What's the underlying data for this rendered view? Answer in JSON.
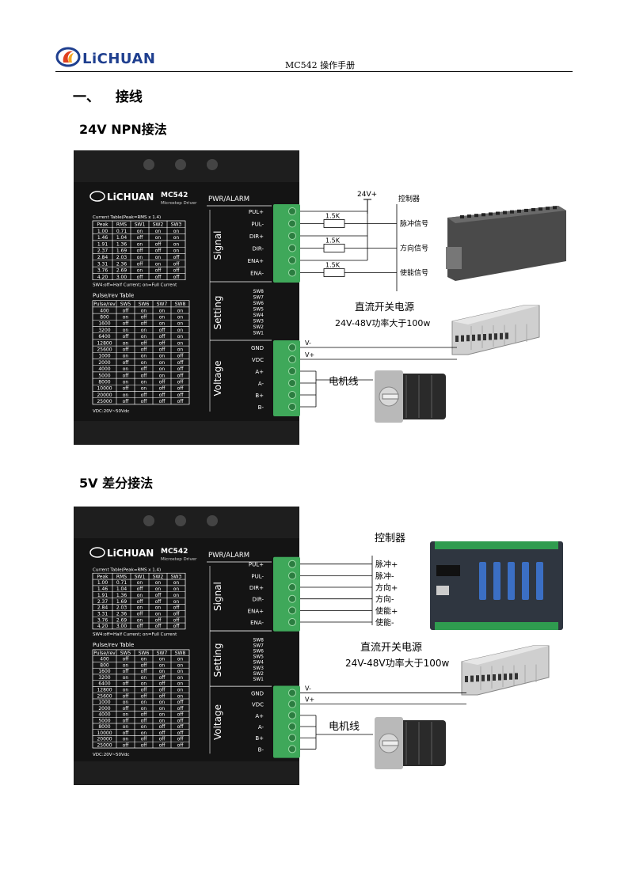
{
  "header": {
    "logo_text": "LiCHUAN",
    "doc_title": "MC542 操作手册"
  },
  "section": {
    "number": "一、",
    "title": "接线"
  },
  "diagram1": {
    "heading": "24V NPN接法",
    "vplus": "24V+",
    "controller_label": "控制器",
    "resistors": [
      "1.5K",
      "1.5K",
      "1.5K"
    ],
    "signals": [
      "脉冲信号",
      "方向信号",
      "使能信号"
    ],
    "psu_title": "直流开关电源",
    "psu_spec": "24V-48V功率大于100w",
    "v_minus": "V-",
    "v_plus": "V+",
    "motor_label": "电机线"
  },
  "diagram2": {
    "heading": "5V 差分接法",
    "controller_label": "控制器",
    "signals": [
      "脉冲+",
      "脉冲-",
      "方向+",
      "方向-",
      "使能+",
      "使能-"
    ],
    "psu_title": "直流开关电源",
    "psu_spec": "24V-48V功率大于100w",
    "v_minus": "V-",
    "v_plus": "V+",
    "motor_label": "电机线"
  },
  "driver": {
    "brand": "LiCHUAN",
    "model": "MC542",
    "subtitle": "Microstep Driver",
    "pwr_alarm": "PWR/ALARM",
    "signal_label": "Signal",
    "setting_label": "Setting",
    "voltage_label": "Voltage",
    "signal_terms": [
      "PUL+",
      "PUL-",
      "DIR+",
      "DIR-",
      "ENA+",
      "ENA-"
    ],
    "setting_terms": [
      "SW8",
      "SW7",
      "SW6",
      "SW5",
      "SW4",
      "SW3",
      "SW2",
      "SW1"
    ],
    "voltage_terms": [
      "GND",
      "VDC",
      "A+",
      "A-",
      "B+",
      "B-"
    ],
    "current_table_title": "Current Table(Peak=RMS x 1.4)",
    "current_headers": [
      "Peak",
      "RMS",
      "SW1",
      "SW2",
      "SW3"
    ],
    "current_rows": [
      [
        "1.00",
        "0.71",
        "on",
        "on",
        "on"
      ],
      [
        "1.46",
        "1.04",
        "off",
        "on",
        "on"
      ],
      [
        "1.91",
        "1.36",
        "on",
        "off",
        "on"
      ],
      [
        "2.37",
        "1.69",
        "off",
        "off",
        "on"
      ],
      [
        "2.84",
        "2.03",
        "on",
        "on",
        "off"
      ],
      [
        "3.31",
        "2.36",
        "off",
        "on",
        "off"
      ],
      [
        "3.76",
        "2.69",
        "on",
        "off",
        "off"
      ],
      [
        "4.20",
        "3.00",
        "off",
        "off",
        "off"
      ]
    ],
    "sw4_note": "SW4:off=Half Current; on=Full Current",
    "pulse_table_title": "Pulse/rev Table",
    "pulse_headers": [
      "Pulse/rev",
      "SW5",
      "SW6",
      "SW7",
      "SW8"
    ],
    "pulse_rows": [
      [
        "400",
        "off",
        "on",
        "on",
        "on"
      ],
      [
        "800",
        "on",
        "off",
        "on",
        "on"
      ],
      [
        "1600",
        "off",
        "off",
        "on",
        "on"
      ],
      [
        "3200",
        "on",
        "on",
        "off",
        "on"
      ],
      [
        "6400",
        "off",
        "on",
        "off",
        "on"
      ],
      [
        "12800",
        "on",
        "off",
        "off",
        "on"
      ],
      [
        "25600",
        "off",
        "off",
        "off",
        "on"
      ],
      [
        "1000",
        "on",
        "on",
        "on",
        "off"
      ],
      [
        "2000",
        "off",
        "on",
        "on",
        "off"
      ],
      [
        "4000",
        "on",
        "off",
        "on",
        "off"
      ],
      [
        "5000",
        "off",
        "off",
        "on",
        "off"
      ],
      [
        "8000",
        "on",
        "on",
        "off",
        "off"
      ],
      [
        "10000",
        "off",
        "on",
        "off",
        "off"
      ],
      [
        "20000",
        "on",
        "off",
        "off",
        "off"
      ],
      [
        "25000",
        "off",
        "off",
        "off",
        "off"
      ]
    ],
    "vdc_note": "VDC:20V~50Vdc"
  }
}
